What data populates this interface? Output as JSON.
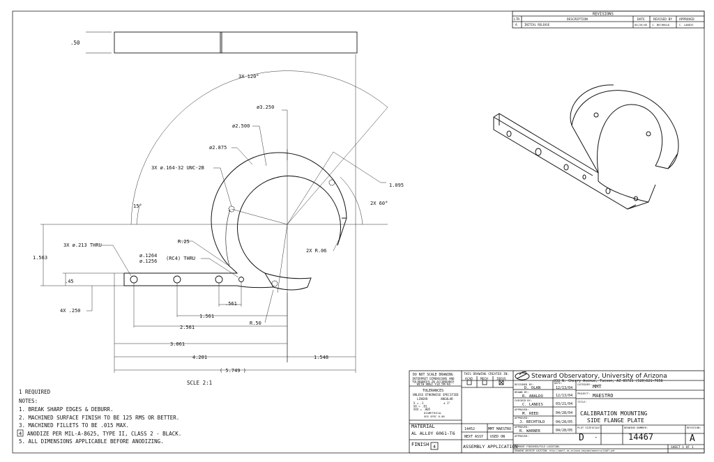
{
  "revisions": {
    "title": "REVISIONS",
    "headers": [
      "LTR",
      "DESCRIPTION",
      "DATE",
      "REVISED BY",
      "APPROVED"
    ],
    "row": [
      "A",
      "INITIAL RELEASE",
      "04/26/05",
      "J. BECHHOLD",
      "C. LANDIS"
    ]
  },
  "views": {
    "scale_label": "SCLE 2:1"
  },
  "dimensions": {
    "thickness": ".50",
    "angle_120": "3X 120°",
    "dia_3250": "ø3.250",
    "dia_2500": "ø2.500",
    "dia_2875": "ø2.875",
    "tapped": "3X ø.164-32 UNC-2B",
    "dim_1095": "1.095",
    "angle_60": "2X 60°",
    "angle_15": "15°",
    "thru_213": "3X ø.213 THRU",
    "dowel_1": "ø.1264",
    "dowel_2": "ø.1256",
    "dowel_note": "(RC4) THRU",
    "r25": "R.25",
    "r06": "2X R.06",
    "dim_1563": "1.563",
    "dim_45": ".45",
    "dim_4x250": "4X .250",
    "dim_561": ".561",
    "dim_1561": "1.561",
    "dim_2561": "2.561",
    "dim_3061": "3.061",
    "dim_4201": "4.201",
    "dim_1548": "1.548",
    "dim_5749": "( 5.749 )",
    "r50": "R.50"
  },
  "notes": {
    "required": "1 REQUIRED",
    "heading": "NOTES:",
    "items": [
      "1. BREAK SHARP EDGES & DEBURR.",
      "2. MACHINED SURFACE FINISH TO BE 125 RMS OR BETTER.",
      "3. MACHINED FILLETS TO BE .015 MAX.",
      "ANODIZE PER MIL-A-8625, TYPE II, CLASS 2 - BLACK.",
      "5. ALL DIMENSIONS APPLICABLE BEFORE ANODIZING."
    ],
    "item4_number": "4"
  },
  "title_block": {
    "do_not_scale": "DO NOT SCALE DRAWING",
    "interpret_1": "INTERPRET DIMENSIONS AND",
    "interpret_2": "TOLERANCES IN ACCORDANCE",
    "interpret_3": "WITH ANSI Y14.5M-94",
    "created_in": "THIS DRAWING CREATED IN:",
    "cad_options": [
      "ACAD",
      "MECH",
      "IDEVS"
    ],
    "tolerances": "TOLERANCES",
    "unless": "UNLESS OTHERWISE SPECIFIED",
    "linear": "LINEAR",
    "angular": "ANGULAR",
    "tol_x": "X  = .1",
    "tol_xx": "XX = .01",
    "tol_xxx": "XXX = .005",
    "tol_ang": "± 1°",
    "diametrical": "DIAMETRICAL",
    "diam_spec": "SEE SPEC 6-00",
    "material_label": "MATERIAL",
    "material": "AL ALLOY 6061-T6",
    "finish_label": "FINISH",
    "finish_ref": "4",
    "part_no": "14452",
    "next_assy_val": "MMT MAESTRO",
    "next_assy": "NEXT ASSY",
    "used_on": "USED ON",
    "assembly_app": "ASSEMBLY APPLICATION",
    "org": "Steward Observatory, University of Arizona",
    "address": "933 N. Cherry Avenue, Tucson, AZ  85721   (520)621-7658",
    "designed_by_label": "DESIGNED BY:",
    "designed_by": "D. OLAN",
    "drawn_by_label": "DRAWN BY:",
    "drawn_by": "R. ABALDO",
    "checked_by_label": "CHECKED BY:",
    "checked_by": "C. LANDIS",
    "approved1_label": "APPROVED:",
    "approved1": "M. REED",
    "approved2_label": "APPROVED:",
    "approved2": "J. BECHTOLD",
    "approved3_label": "APPROVED:",
    "approved3": "R. WARNER",
    "approved4_label": "APPROVED:",
    "date_label": "DATE:",
    "dates": [
      "12/13/04",
      "12/13/04",
      "03/21/04",
      "04/28/04",
      "04/28/05",
      "04/28/05"
    ],
    "category_label": "CATEGORY:",
    "category": "MMT",
    "project_label": "PROJECT:",
    "project": "MAESTRO",
    "title_label": "TITLE:",
    "title_1": "CALIBRATION MOUNTING",
    "title_2": "SIDE FLANGE PLATE",
    "plot_size_label": "PLOT SIZE:",
    "plot_size": "D",
    "scale_label": "SCALE:",
    "scale": "-",
    "drawing_number_label": "DRAWING NUMBER:",
    "drawing_number": "14467",
    "revision_label": "REVISION:",
    "revision": "A",
    "sheet": "SHEET 1 OF 1",
    "current_location": "CURRENT FINISHED/FILE LOCATION:",
    "archive_location": "DRAWING ARCHIVE LOCATION: http://abell.as.arizona.edu/mmt/maestro/14467.pdf"
  }
}
